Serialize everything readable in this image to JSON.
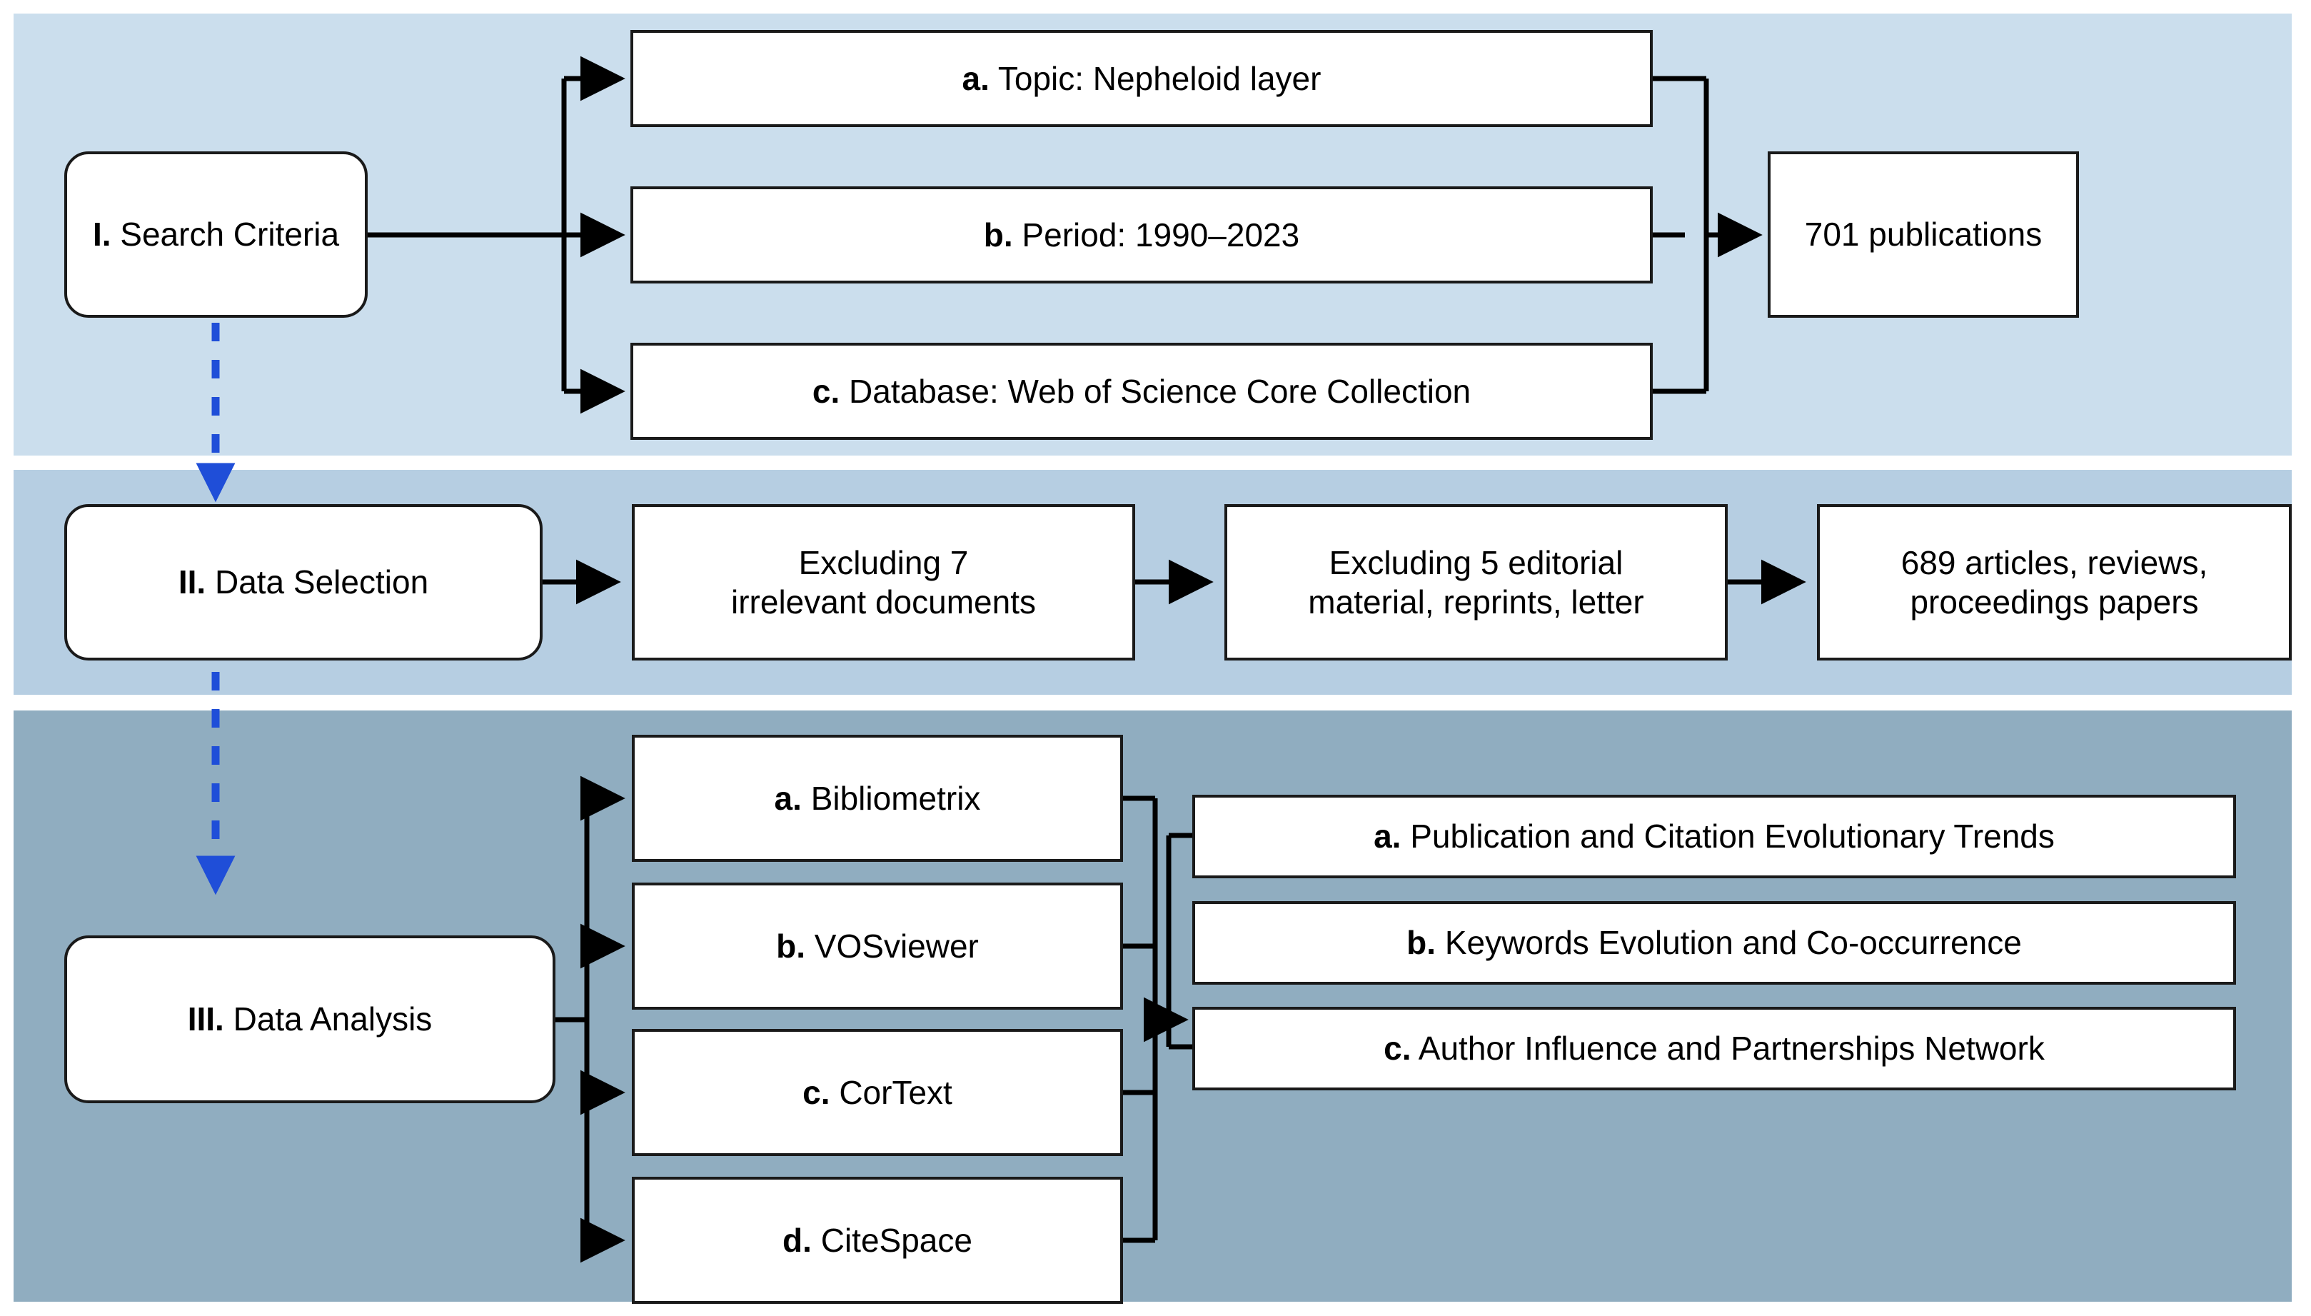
{
  "figure": {
    "type": "flowchart",
    "title": "Bibliometric research workflow",
    "band_colors": [
      "#cbdeed",
      "#b6cee2",
      "#90adc0"
    ],
    "arrow_color": "#000000",
    "dashed_arrow_color": "#1f4ed8"
  },
  "stages": [
    {
      "id": "stage-1",
      "label_prefix": "I.",
      "label_text": " Search Criteria",
      "items": [
        {
          "prefix": "a.",
          "text": " Topic: Nepheloid layer"
        },
        {
          "prefix": "b.",
          "text": " Period: 1990–2023"
        },
        {
          "prefix": "c.",
          "text": " Database: Web of Science Core Collection"
        }
      ],
      "result": "701 publications"
    },
    {
      "id": "stage-2",
      "label_prefix": "II.",
      "label_text": " Data Selection",
      "steps": [
        "Excluding 7\nirrelevant documents",
        "Excluding 5 editorial\nmaterial, reprints, letter",
        "689 articles, reviews,\nproceedings papers"
      ]
    },
    {
      "id": "stage-3",
      "label_prefix": "III.",
      "label_text": " Data Analysis",
      "tools": [
        {
          "prefix": "a.",
          "text": " Bibliometrix"
        },
        {
          "prefix": "b.",
          "text": " VOSviewer"
        },
        {
          "prefix": "c.",
          "text": " CorText"
        },
        {
          "prefix": "d.",
          "text": " CiteSpace"
        }
      ],
      "outputs": [
        {
          "prefix": "a.",
          "text": " Publication and Citation Evolutionary Trends"
        },
        {
          "prefix": "b.",
          "text": " Keywords Evolution and Co-occurrence"
        },
        {
          "prefix": "c.",
          "text": " Author Influence and Partnerships Network"
        }
      ]
    }
  ]
}
